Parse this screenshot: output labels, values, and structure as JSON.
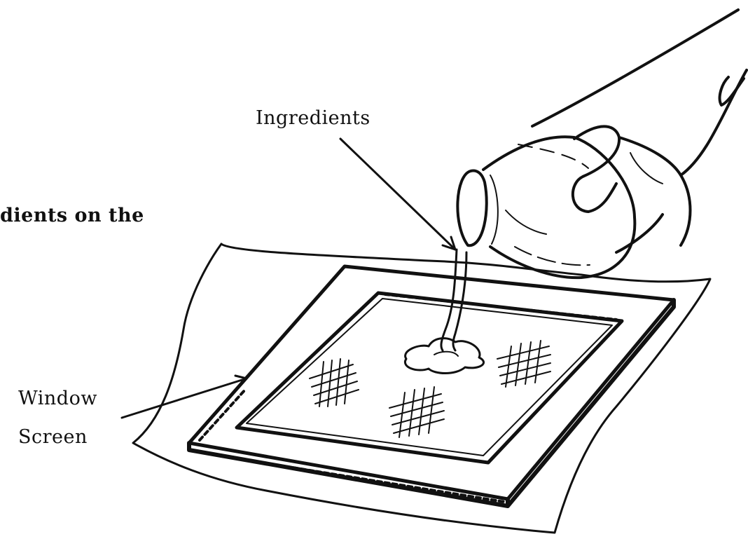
{
  "labels": {
    "ingredients": "Ingredients",
    "caption_fragment": "dients on the",
    "window": "Window",
    "screen": "Screen"
  },
  "colors": {
    "ink": "#111111",
    "background": "#ffffff"
  }
}
